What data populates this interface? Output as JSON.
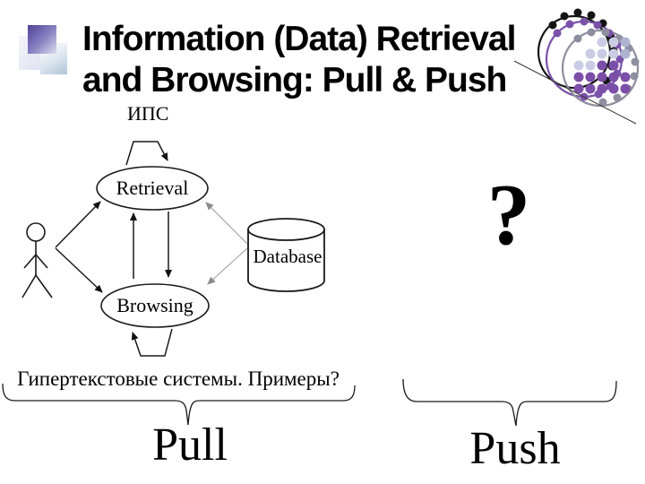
{
  "slide": {
    "title_line1": "Information (Data) Retrieval",
    "title_line2": "and Browsing: Pull & Push",
    "ips_label": "ИПС",
    "question_mark": "?",
    "hypertext_note": "Гипертекстовые системы. Примеры?",
    "pull_label": "Pull",
    "push_label": "Push"
  },
  "diagram": {
    "retrieval_label": "Retrieval",
    "browsing_label": "Browsing",
    "database_label": "Database",
    "edges": [
      "user->retrieval",
      "user->browsing",
      "browsing->retrieval",
      "retrieval->browsing",
      "database->retrieval",
      "database->browsing",
      "retrieval-self-loop",
      "browsing-self-loop"
    ]
  },
  "colors": {
    "ink": "#111111",
    "faint_line": "#9a9a9a",
    "logo_purple": "#7a52aa",
    "logo_gray": "#8e8e9e",
    "logo_black": "#141414",
    "logo_light_dot": "#c9cce4",
    "logo_mid_dot": "#aeb3cf",
    "square_purple": "#50409a",
    "square_blue": "#afc4d7"
  }
}
